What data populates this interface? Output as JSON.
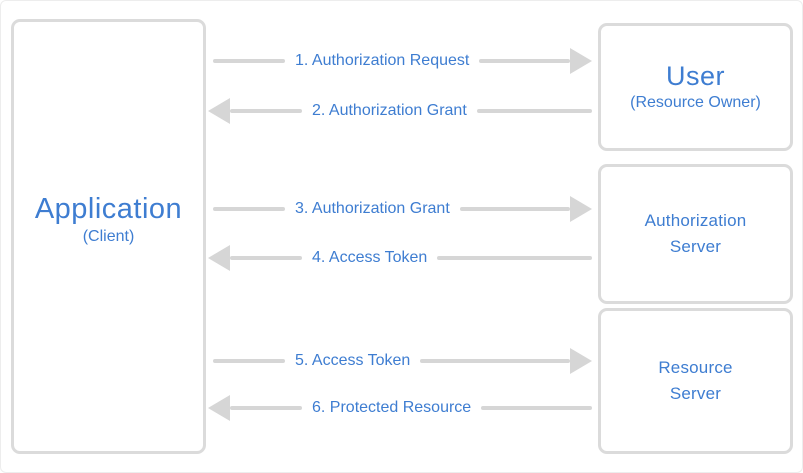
{
  "diagram": {
    "application": {
      "title": "Application",
      "subtitle": "(Client)"
    },
    "entities": [
      {
        "title": "User",
        "subtitle": "(Resource Owner)"
      },
      {
        "line1": "Authorization",
        "line2": "Server"
      },
      {
        "line1": "Resource",
        "line2": "Server"
      }
    ],
    "flows": [
      {
        "label": "1. Authorization Request",
        "direction": "right",
        "from": "Application",
        "to": "User"
      },
      {
        "label": "2. Authorization Grant",
        "direction": "left",
        "from": "User",
        "to": "Application"
      },
      {
        "label": "3. Authorization Grant",
        "direction": "right",
        "from": "Application",
        "to": "Authorization Server"
      },
      {
        "label": "4. Access Token",
        "direction": "left",
        "from": "Authorization Server",
        "to": "Application"
      },
      {
        "label": "5. Access Token",
        "direction": "right",
        "from": "Application",
        "to": "Resource Server"
      },
      {
        "label": "6. Protected Resource",
        "direction": "left",
        "from": "Resource Server",
        "to": "Application"
      }
    ],
    "colors": {
      "accent_blue": "#3e7dd1",
      "arrow_grey": "#d6d6d6",
      "box_border_grey": "#dbdbdb"
    }
  }
}
